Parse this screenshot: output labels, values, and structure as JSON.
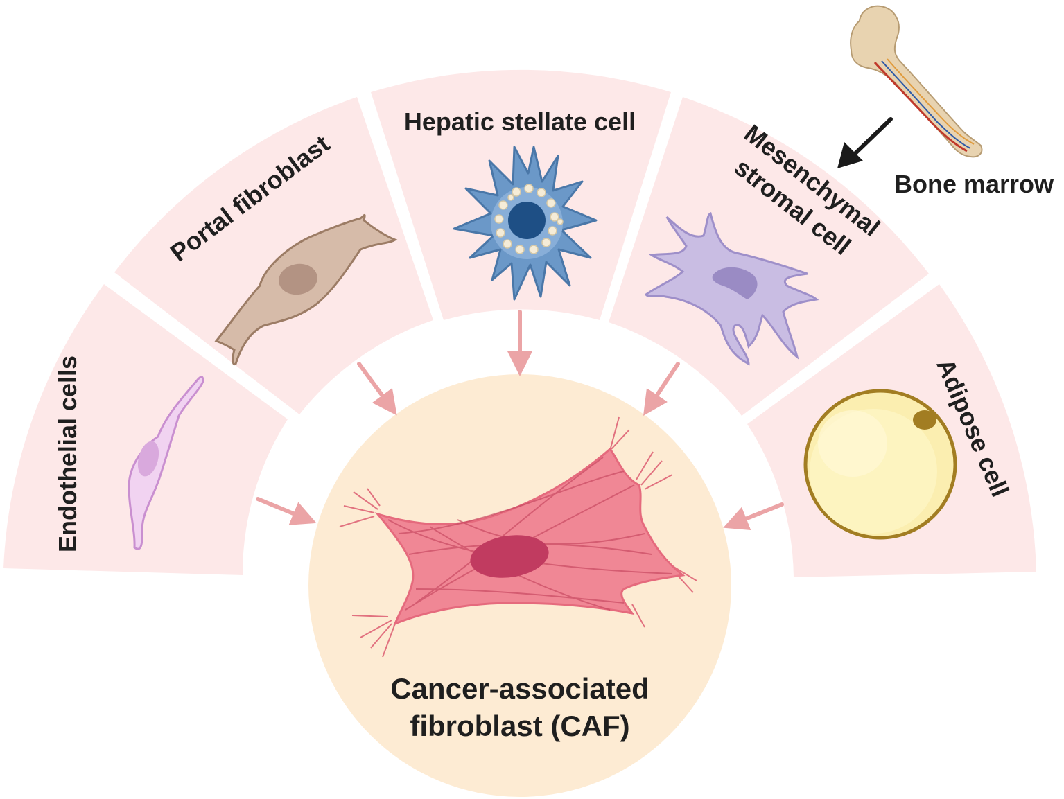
{
  "sources": {
    "endothelial": {
      "label": "Endothelial cells",
      "icon": "endothelial-cell-icon"
    },
    "portal": {
      "label": "Portal fibroblast",
      "icon": "portal-fibroblast-icon"
    },
    "hepatic": {
      "label": "Hepatic stellate cell",
      "icon": "hepatic-stellate-cell-icon"
    },
    "mesenchymal": {
      "line1": "Mesenchymal",
      "line2": "stromal cell",
      "icon": "mesenchymal-stromal-cell-icon"
    },
    "adipose": {
      "label": "Adipose cell",
      "icon": "adipose-cell-icon"
    }
  },
  "origin": {
    "label": "Bone marrow",
    "icon": "bone-icon"
  },
  "target": {
    "line1": "Cancer-associated",
    "line2": "fibroblast (CAF)",
    "icon": "caf-cell-icon"
  },
  "colors": {
    "segment_fill": "#fde8e8",
    "center_fill": "#fdebd3",
    "arrow_pink": "#eba4a6",
    "arrow_dark": "#1a1a1a",
    "text": "#1f1f1f"
  }
}
